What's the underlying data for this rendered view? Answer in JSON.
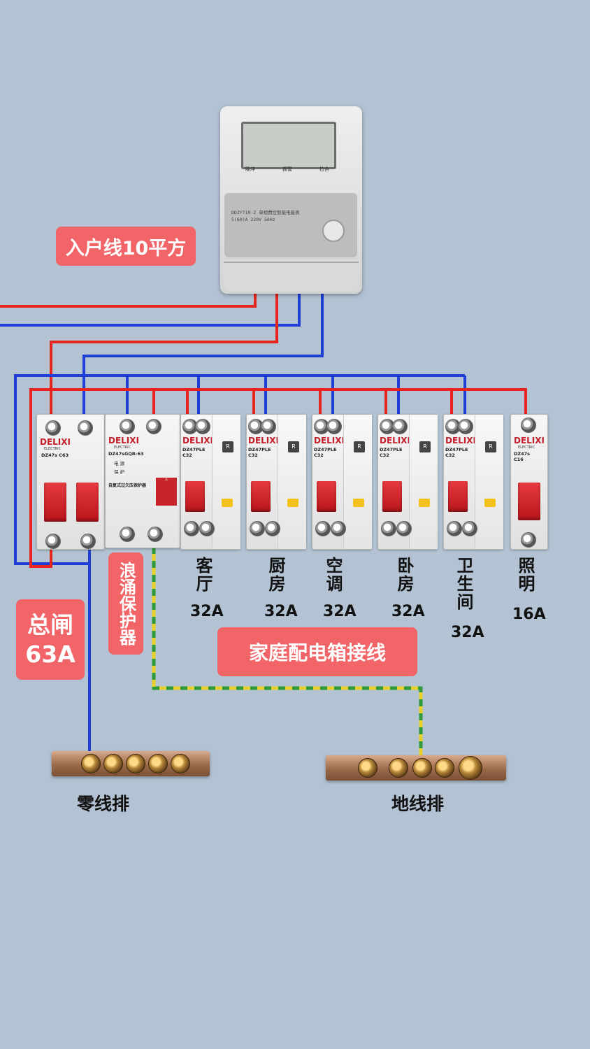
{
  "labels": {
    "incoming": "入户线10平方",
    "main_breaker_name": "总闸",
    "main_breaker_rating": "63A",
    "surge": "浪涌保护器",
    "title": "家庭配电箱接线",
    "neutral_bar": "零线排",
    "ground_bar": "地线排"
  },
  "circuits": [
    {
      "name": "客厅",
      "rating": "32A"
    },
    {
      "name": "厨房",
      "rating": "32A"
    },
    {
      "name": "空调",
      "rating": "32A"
    },
    {
      "name": "卧房",
      "rating": "32A"
    },
    {
      "name": "卫生间",
      "rating": "32A"
    },
    {
      "name": "照明",
      "rating": "16A"
    }
  ],
  "devices": {
    "brand": "DELIXI",
    "electric": "ELECTRIC",
    "main_model": "DZ47s C63",
    "surge_model": "DZ47sGQR-63",
    "surge_small1": "电 源",
    "surge_small2": "保 护",
    "surge_caption": "自复式过欠压保护器",
    "rcd_model": "DZ47PLE C32",
    "light_model": "DZ47s C16"
  },
  "meter": {
    "top_line": "DDZY719-Z 单相费控智能电能表",
    "spec_line": "5(60)A 220V 50Hz",
    "buttons": [
      "脉冲",
      "报警",
      "拉合"
    ]
  },
  "colors": {
    "live_wire": "#e8241e",
    "neutral_wire": "#1f3ed6",
    "ground_wire_green": "#2f9a3a",
    "ground_wire_yellow": "#e6d22a",
    "label_bg": "#f16467",
    "background": "#b3c3d3"
  }
}
